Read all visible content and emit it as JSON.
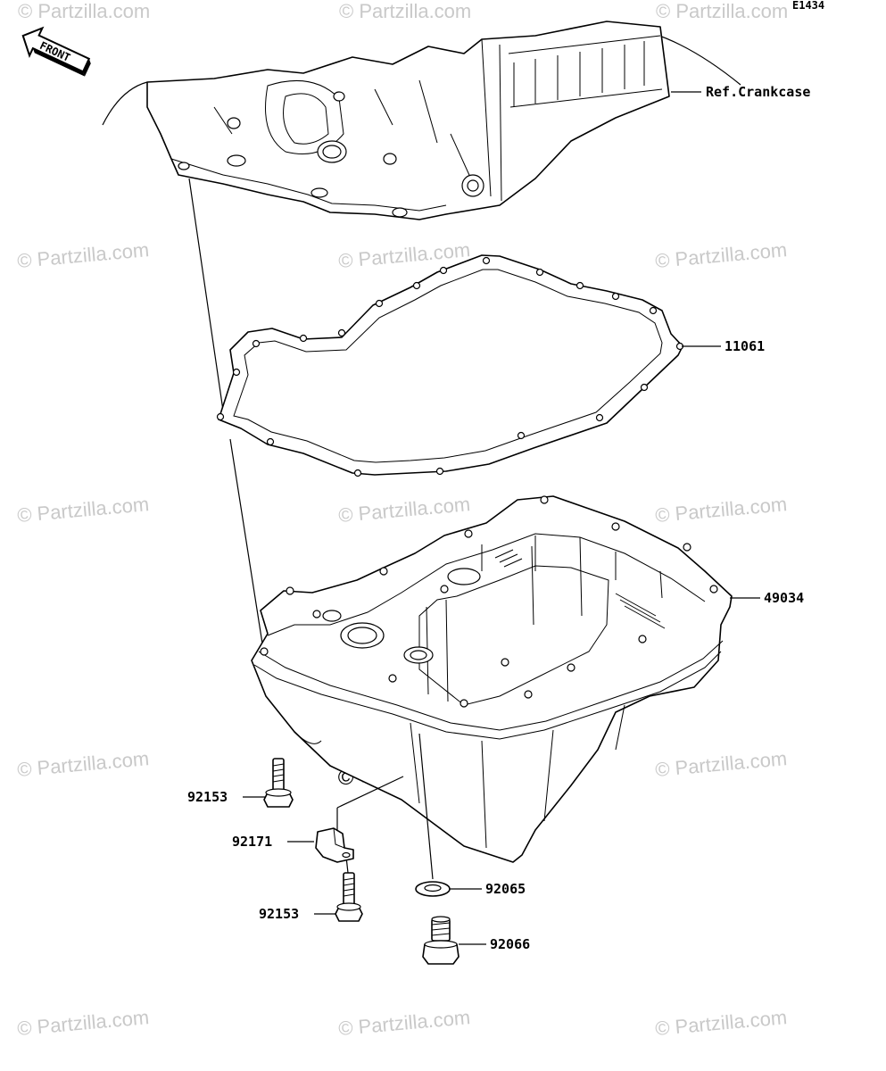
{
  "diagram_code": "E1434",
  "front_label": "FRONT",
  "watermark_text": "© Partzilla.com",
  "parts": [
    {
      "id": "ref-crankcase",
      "label": "Ref.Crankcase"
    },
    {
      "id": "gasket",
      "label": "11061"
    },
    {
      "id": "oil-pan",
      "label": "49034"
    },
    {
      "id": "bolt-upper",
      "label": "92153"
    },
    {
      "id": "clamp",
      "label": "92171"
    },
    {
      "id": "bolt-lower",
      "label": "92153"
    },
    {
      "id": "washer",
      "label": "92065"
    },
    {
      "id": "drain-plug",
      "label": "92066"
    }
  ]
}
